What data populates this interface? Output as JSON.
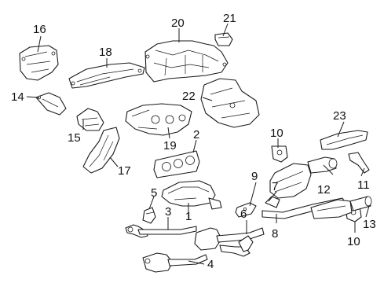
{
  "callouts": {
    "c1": "1",
    "c2": "2",
    "c3": "3",
    "c4": "4",
    "c5": "5",
    "c6": "6",
    "c7": "7",
    "c8": "8",
    "c9": "9",
    "c10a": "10",
    "c10b": "10",
    "c11": "11",
    "c12": "12",
    "c13": "13",
    "c14": "14",
    "c15": "15",
    "c16": "16",
    "c17": "17",
    "c18": "18",
    "c19": "19",
    "c20": "20",
    "c21": "21",
    "c22": "22",
    "c23": "23"
  },
  "colors": {
    "line": "#1a1a1a",
    "background": "#ffffff"
  }
}
